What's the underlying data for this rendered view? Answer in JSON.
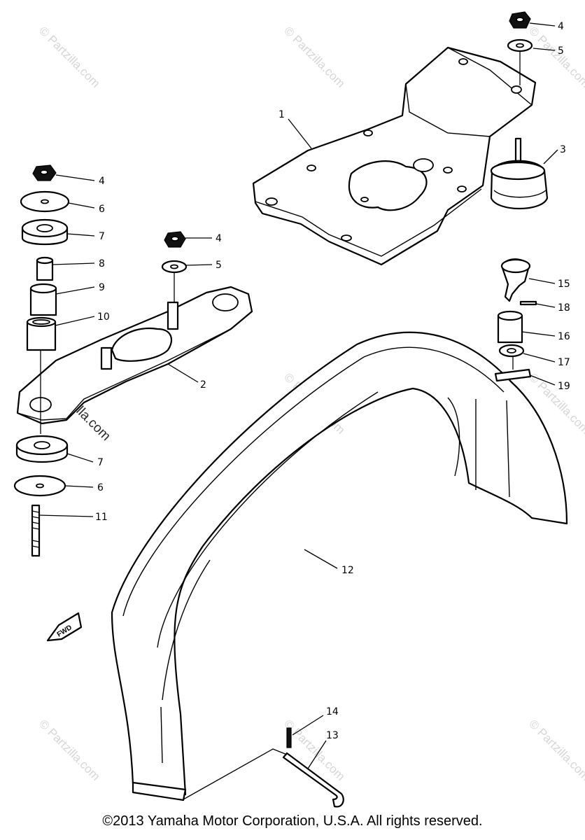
{
  "diagram": {
    "callouts": {
      "c1": "1",
      "c2": "2",
      "c3": "3",
      "c4a": "4",
      "c4b": "4",
      "c4c": "4",
      "c5a": "5",
      "c5b": "5",
      "c6a": "6",
      "c6b": "6",
      "c7a": "7",
      "c7b": "7",
      "c8": "8",
      "c9": "9",
      "c10": "10",
      "c11": "11",
      "c12": "12",
      "c13": "13",
      "c14": "14",
      "c15": "15",
      "c16": "16",
      "c17": "17",
      "c18": "18",
      "c19": "19"
    },
    "fwd_label": "FWD",
    "watermark": "© Partzilla.com",
    "copyright": "©2013 Yamaha Motor Corporation, U.S.A. All rights reserved."
  }
}
